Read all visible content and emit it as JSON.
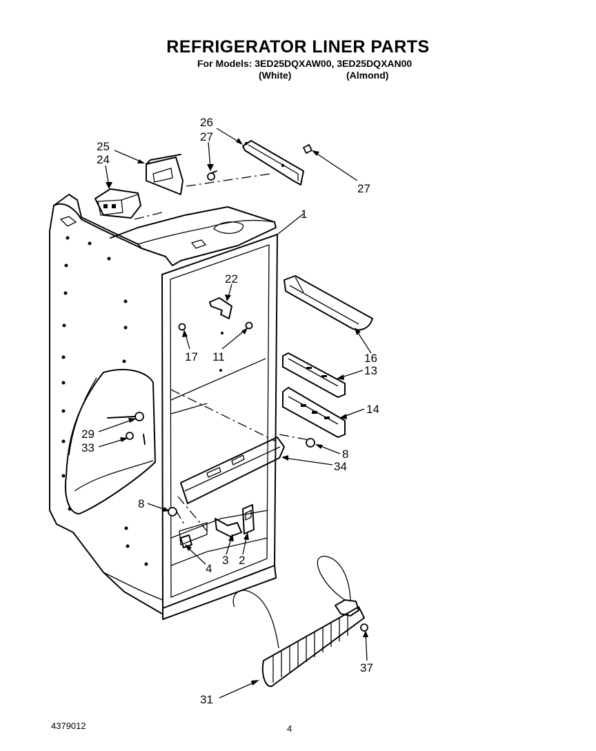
{
  "header": {
    "title": "REFRIGERATOR LINER PARTS",
    "models": "For Models: 3ED25DQXAW00, 3ED25DQXAN00",
    "color_white": "(White)",
    "color_almond": "(Almond)"
  },
  "callouts": {
    "c1": "1",
    "c2": "2",
    "c3": "3",
    "c4": "4",
    "c8a": "8",
    "c8b": "8",
    "c11": "11",
    "c13": "13",
    "c14": "14",
    "c16": "16",
    "c17": "17",
    "c22": "22",
    "c24": "24",
    "c25": "25",
    "c26": "26",
    "c27a": "27",
    "c27b": "27",
    "c29": "29",
    "c31": "31",
    "c33": "33",
    "c34": "34",
    "c37": "37"
  },
  "footer": {
    "document_number": "4379012",
    "page_number": "4"
  }
}
